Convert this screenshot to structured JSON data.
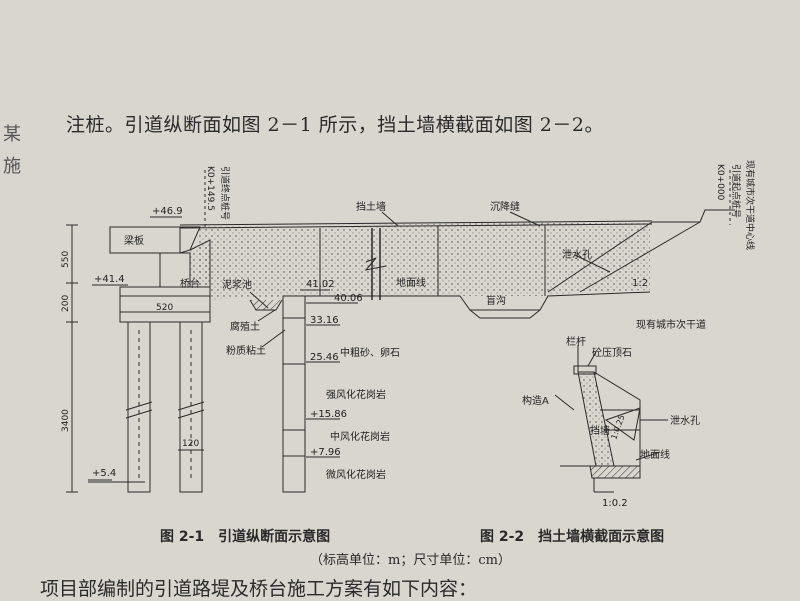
{
  "page": {
    "intro_text": "注桩。引道纵断面如图 2－1 所示，挡土墙横截面如图 2－2。",
    "bottom_text": "项目部编制的引道路堤及桥台施工方案有如下内容：",
    "margin_chars": [
      "某",
      "施"
    ]
  },
  "figure1": {
    "caption": "图 2-1　引道纵断面示意图",
    "units": "（标高单位：m；尺寸单位：cm）",
    "labels": {
      "beam": "梁板",
      "abutment": "桥台",
      "retaining_wall": "挡土墙",
      "settlement_joint": "沉降缝",
      "drain_hole": "泄水孔",
      "ground_line": "地面线",
      "blind_ditch": "盲沟",
      "slope": "1:2",
      "approach_end_station": "K0+149.5",
      "approach_end_label": "引道终点桩号",
      "approach_start_station": "K0+000",
      "approach_start_label": "引道起点桩号",
      "road_center_label": "现有城市次干道中心线",
      "existing_road": "现有城市次干道",
      "mud_pit": "泥浆池",
      "humus_soil": "腐殖土",
      "silty_clay": "粉质粘土",
      "medium_sand": "中粗砂、卵石",
      "strong_granite": "强风化花岗岩",
      "medium_granite": "中风化花岗岩",
      "slight_granite": "微风化花岗岩"
    },
    "elevations": [
      "+46.9",
      "+41.4",
      "41.02",
      "40.06",
      "33.16",
      "25.46",
      "+15.86",
      "+7.96",
      "+5.4"
    ],
    "dimensions": [
      "550",
      "200",
      "3400",
      "520",
      "120"
    ]
  },
  "figure2": {
    "caption": "图 2-2　挡土墙横截面示意图",
    "labels": {
      "railing": "栏杆",
      "coping": "砼压顶石",
      "structure_a": "构造A",
      "wall_body": "挡墙",
      "drain_hole": "泄水孔",
      "ground_line": "地面线",
      "slope_top": "1:0.25",
      "slope_bottom": "1:0.2"
    }
  },
  "colors": {
    "paper": "#d9d6cf",
    "ink": "#2a2a2a"
  }
}
